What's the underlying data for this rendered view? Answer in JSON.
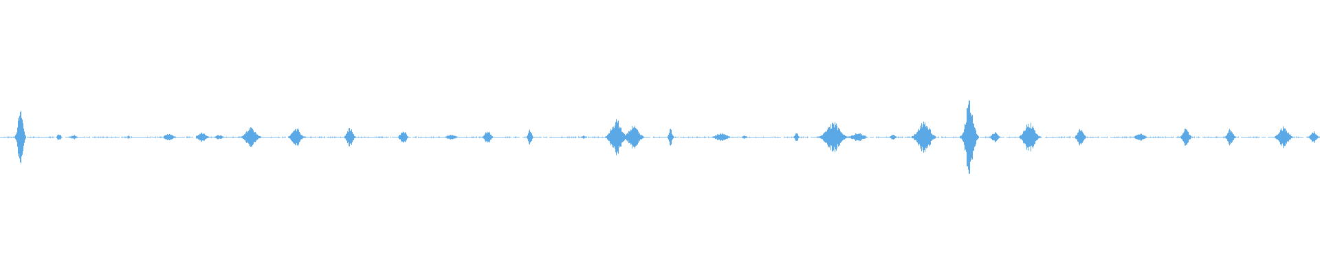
{
  "waveform": {
    "color": "#5aa9e6",
    "background": "#ffffff",
    "bursts": [
      {
        "t": 0.0155,
        "w": 0.0022,
        "amp": 0.55
      },
      {
        "t": 0.0448,
        "w": 0.0015,
        "amp": 0.06
      },
      {
        "t": 0.056,
        "w": 0.002,
        "amp": 0.04
      },
      {
        "t": 0.0975,
        "w": 0.0012,
        "amp": 0.03
      },
      {
        "t": 0.128,
        "w": 0.0035,
        "amp": 0.06
      },
      {
        "t": 0.153,
        "w": 0.0035,
        "amp": 0.08
      },
      {
        "t": 0.166,
        "w": 0.003,
        "amp": 0.04
      },
      {
        "t": 0.19,
        "w": 0.0045,
        "amp": 0.16
      },
      {
        "t": 0.2245,
        "w": 0.0035,
        "amp": 0.17
      },
      {
        "t": 0.265,
        "w": 0.0025,
        "amp": 0.17
      },
      {
        "t": 0.3055,
        "w": 0.0025,
        "amp": 0.12
      },
      {
        "t": 0.342,
        "w": 0.004,
        "amp": 0.04
      },
      {
        "t": 0.3695,
        "w": 0.0025,
        "amp": 0.12
      },
      {
        "t": 0.4015,
        "w": 0.0015,
        "amp": 0.13
      },
      {
        "t": 0.442,
        "w": 0.0015,
        "amp": 0.03
      },
      {
        "t": 0.467,
        "w": 0.0045,
        "amp": 0.3
      },
      {
        "t": 0.48,
        "w": 0.0045,
        "amp": 0.2
      },
      {
        "t": 0.508,
        "w": 0.0015,
        "amp": 0.14
      },
      {
        "t": 0.5465,
        "w": 0.0045,
        "amp": 0.07
      },
      {
        "t": 0.564,
        "w": 0.002,
        "amp": 0.03
      },
      {
        "t": 0.6035,
        "w": 0.0015,
        "amp": 0.07
      },
      {
        "t": 0.6315,
        "w": 0.006,
        "amp": 0.26
      },
      {
        "t": 0.65,
        "w": 0.005,
        "amp": 0.07
      },
      {
        "t": 0.6765,
        "w": 0.002,
        "amp": 0.05
      },
      {
        "t": 0.7,
        "w": 0.005,
        "amp": 0.3
      },
      {
        "t": 0.7345,
        "w": 0.0035,
        "amp": 0.62
      },
      {
        "t": 0.7535,
        "w": 0.0025,
        "amp": 0.09
      },
      {
        "t": 0.78,
        "w": 0.0045,
        "amp": 0.26
      },
      {
        "t": 0.8185,
        "w": 0.0025,
        "amp": 0.17
      },
      {
        "t": 0.864,
        "w": 0.0035,
        "amp": 0.07
      },
      {
        "t": 0.8985,
        "w": 0.0025,
        "amp": 0.16
      },
      {
        "t": 0.932,
        "w": 0.0025,
        "amp": 0.14
      },
      {
        "t": 0.9725,
        "w": 0.004,
        "amp": 0.18
      },
      {
        "t": 0.995,
        "w": 0.0025,
        "amp": 0.1
      }
    ]
  }
}
